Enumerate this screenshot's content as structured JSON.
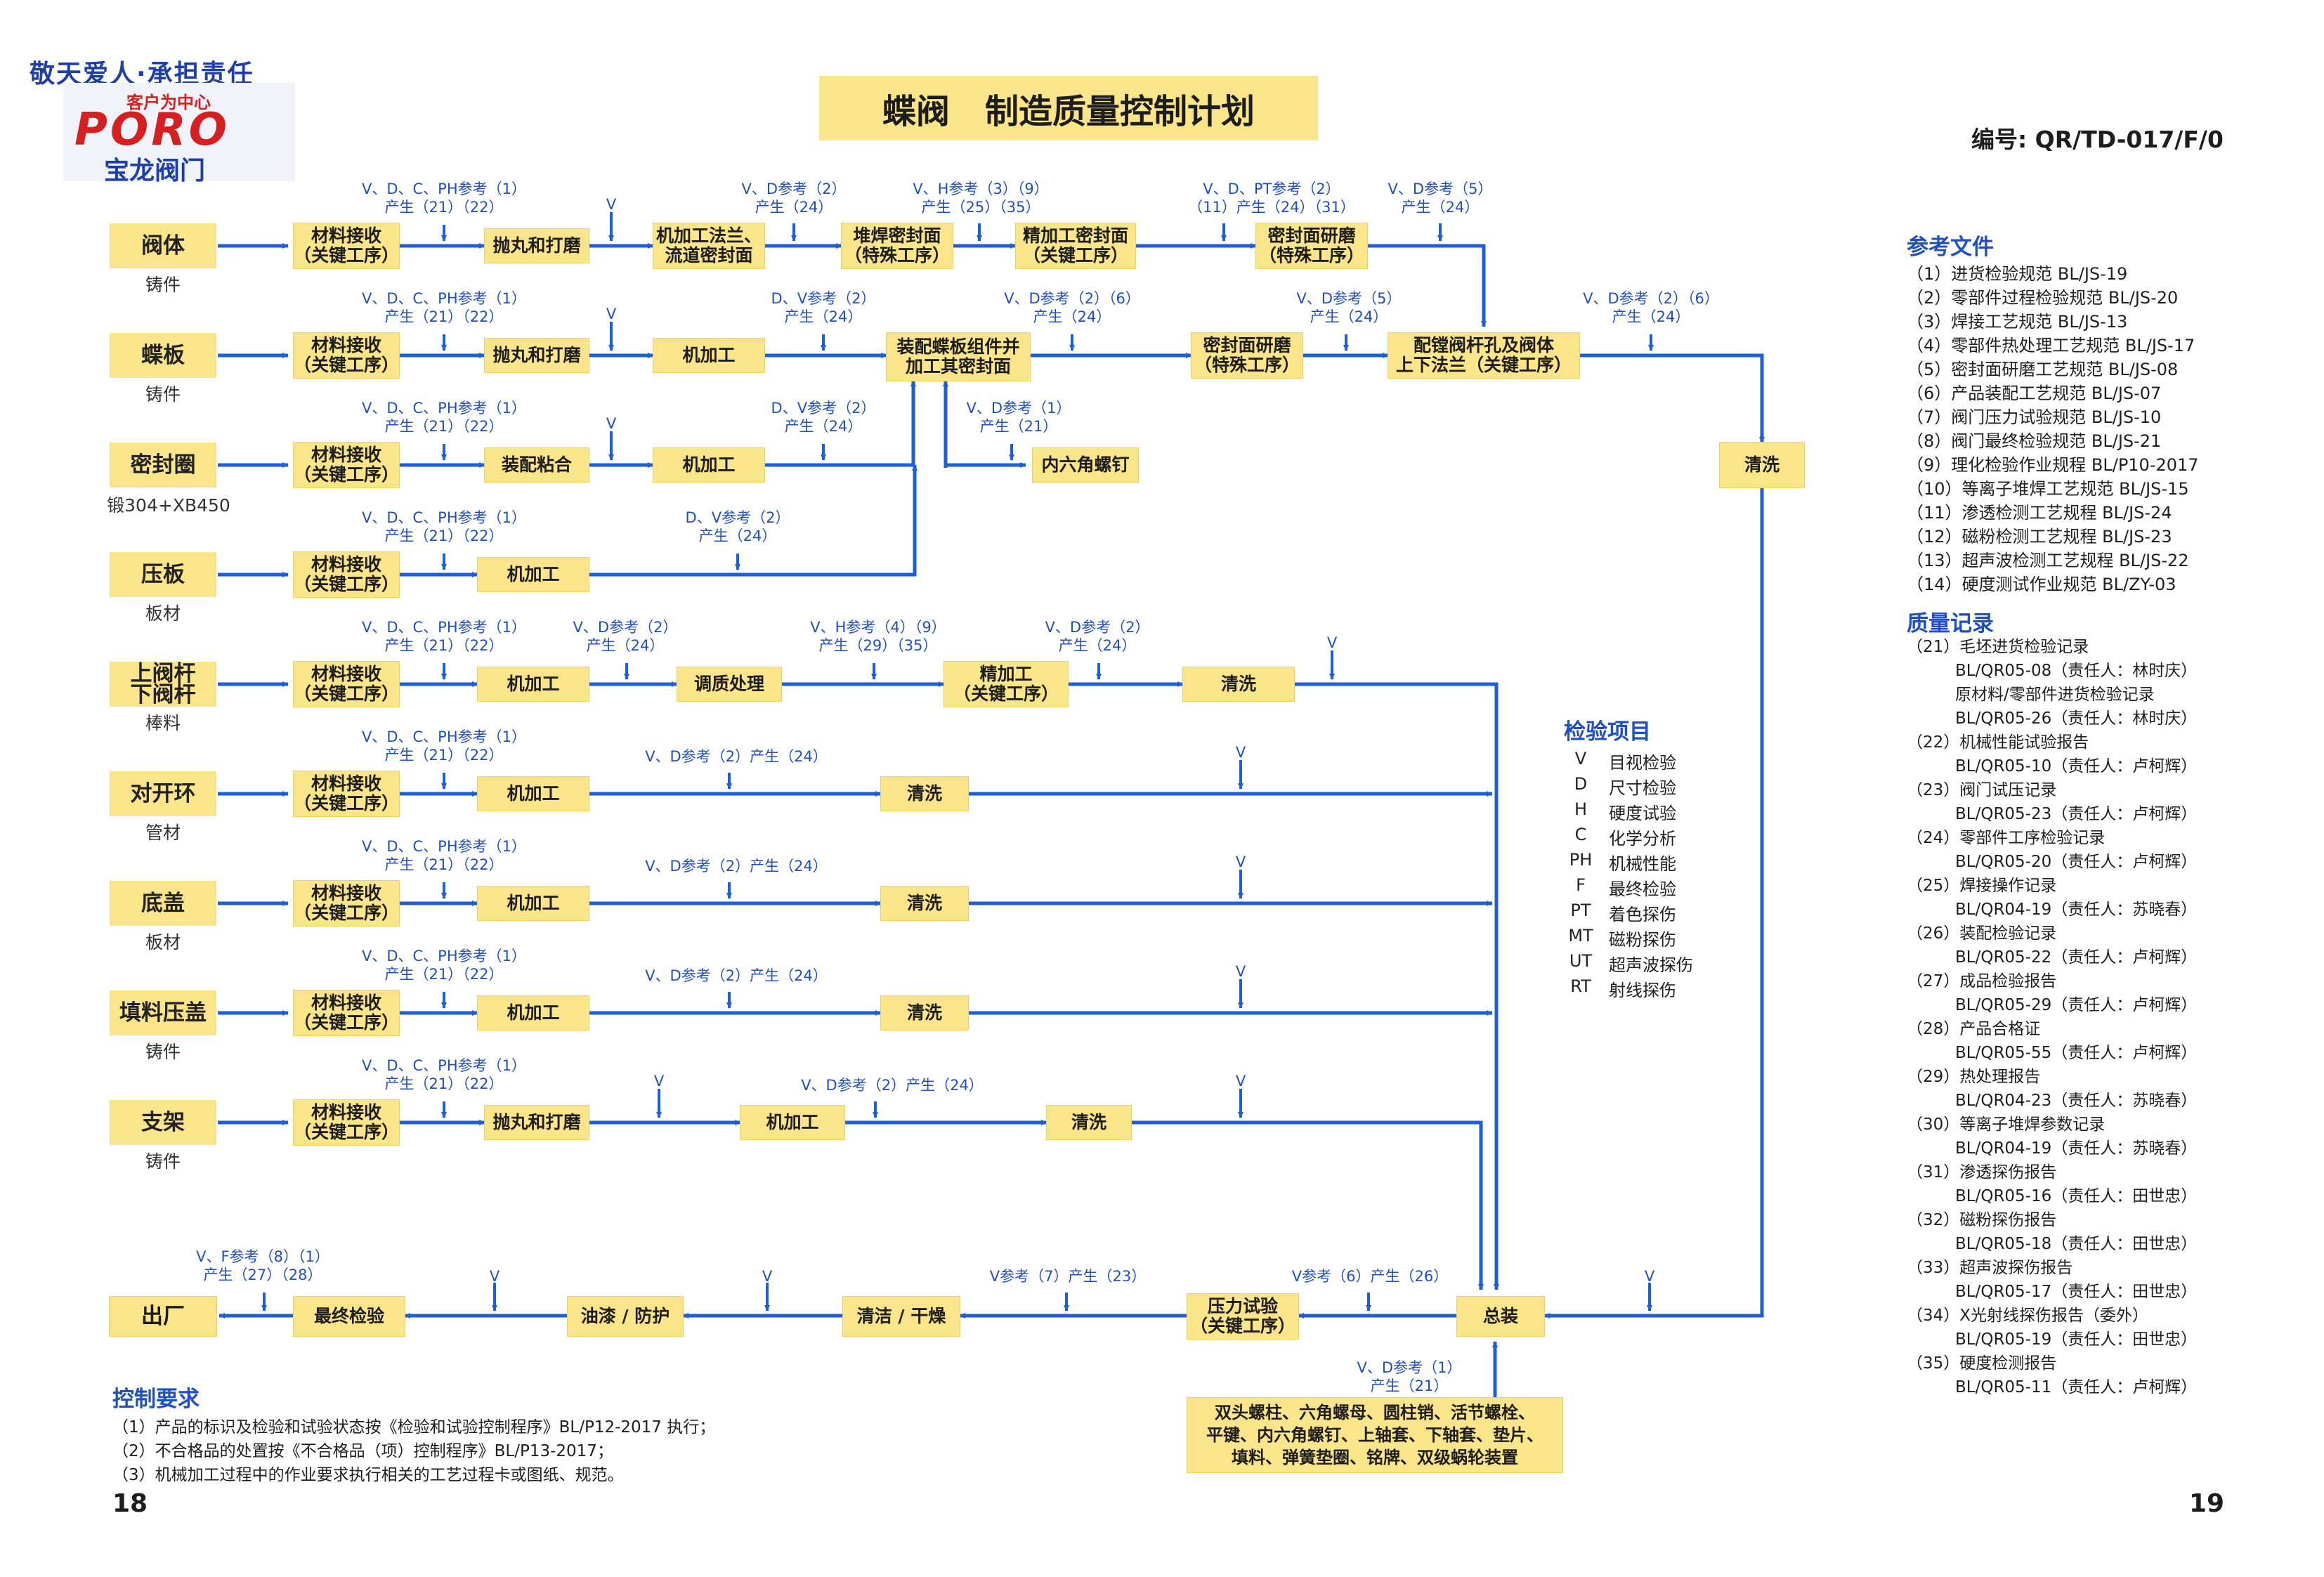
{
  "header": {
    "slogan": "敬天爱人·承担责任",
    "logo_tag": "客户为中心",
    "logo_mark": "PORO",
    "company": "宝龙阀门",
    "title": "蝶阀   制造质量控制计划",
    "doc_no": "编号: QR/TD-017/F/0"
  },
  "parts": [
    {
      "name": "阀体",
      "sub": "铸件"
    },
    {
      "name": "蝶板",
      "sub": "铸件"
    },
    {
      "name": "密封圈",
      "sub": "锻304+XB450"
    },
    {
      "name": "压板",
      "sub": "板材"
    },
    {
      "name": "上阀杆\n下阀杆",
      "sub": "棒料"
    },
    {
      "name": "对开环",
      "sub": "管材"
    },
    {
      "name": "底盖",
      "sub": "板材"
    },
    {
      "name": "填料压盖",
      "sub": "铸件"
    },
    {
      "name": "支架",
      "sub": "铸件"
    }
  ],
  "common": {
    "receive": "材料接收\n（关键工序）",
    "receive_ann": "V、D、C、PH参考（1）\n产生（21）（22）",
    "shot": "抛丸和打磨",
    "machining": "机加工",
    "clean": "清洗",
    "v": "V"
  },
  "steps": {
    "body_flange": "机加工法兰、\n流道密封面",
    "weld_seal": "堆焊密封面\n（特殊工序）",
    "finish_seal": "精加工密封面\n（关键工序）",
    "grind_seal": "密封面研磨\n（特殊工序）",
    "assemble_plate": "装配蝶板组件并\n加工其密封面",
    "hex_screw": "内六角螺钉",
    "plate_grind": "密封面研磨\n（特殊工序）",
    "drill_pins": "配镗阀杆孔及阀体\n上下法兰（关键工序）",
    "seal_bond": "装配粘合",
    "quench": "调质处理",
    "stem_finish": "精加工\n（关键工序）",
    "final_assembly": "总装",
    "pressure_test": "压力试验\n（关键工序）",
    "clean_dry": "清洁 / 干燥",
    "paint": "油漆 / 防护",
    "final_inspect": "最终检验",
    "ship": "出厂",
    "fasteners": "双头螺柱、六角螺母、圆柱销、活节螺栓、\n平键、内六角螺钉、上轴套、下轴套、垫片、\n填料、弹簧垫圈、铭牌、双级蜗轮装置"
  },
  "anns": {
    "a1": "V、D参考（2）\n产生（24）",
    "a2": "V、H参考（3）（9）\n产生（25）（35）",
    "a3": "V、D、PT参考（2）\n（11）产生（24）（31）",
    "a4": "V、D参考（5）\n产生（24）",
    "b1": "D、V参考（2）\n产生（24）",
    "b2": "V、D参考（2）（6）\n产生（24）",
    "b3": "V、D参考（5）\n产生（24）",
    "b4": "V、D参考（2）（6）\n产生（24）",
    "c1": "D、V参考（2）\n产生（24）",
    "c2": "V、D参考（1）\n产生（21）",
    "d1": "D、V参考（2）\n产生（24）",
    "e1": "V、D参考（2）\n产生（24）",
    "e2": "V、H参考（4）（9）\n产生（29）（35）",
    "e3": "V、D参考（2）\n产生（24）",
    "f1": "V、D参考（2）产生（24）",
    "i1": "V、D参考（2）产生（24）",
    "k1": "V、F参考（8）（1）\n产生（27）（28）",
    "k2": "V参考（7）产生（23）",
    "k3": "V参考（6）产生（26）",
    "k4": "V、D参考（1）\n产生（21）"
  },
  "legend": {
    "title": "检验项目",
    "items": [
      {
        "code": "V",
        "name": "目视检验"
      },
      {
        "code": "D",
        "name": "尺寸检验"
      },
      {
        "code": "H",
        "name": "硬度试验"
      },
      {
        "code": "C",
        "name": "化学分析"
      },
      {
        "code": "PH",
        "name": "机械性能"
      },
      {
        "code": "F",
        "name": "最终检验"
      },
      {
        "code": "PT",
        "name": "着色探伤"
      },
      {
        "code": "MT",
        "name": "磁粉探伤"
      },
      {
        "code": "UT",
        "name": "超声波探伤"
      },
      {
        "code": "RT",
        "name": "射线探伤"
      }
    ]
  },
  "references": {
    "title": "参考文件",
    "items": [
      "（1）进货检验规范 BL/JS-19",
      "（2）零部件过程检验规范 BL/JS-20",
      "（3）焊接工艺规范 BL/JS-13",
      "（4）零部件热处理工艺规范 BL/JS-17",
      "（5）密封面研磨工艺规范 BL/JS-08",
      "（6）产品装配工艺规范 BL/JS-07",
      "（7）阀门压力试验规范 BL/JS-10",
      "（8）阀门最终检验规范 BL/JS-21",
      "（9）理化检验作业规程 BL/P10-2017",
      "（10）等离子堆焊工艺规范 BL/JS-15",
      "（11）渗透检测工艺规程 BL/JS-24",
      "（12）磁粉检测工艺规程 BL/JS-23",
      "（13）超声波检测工艺规程 BL/JS-22",
      "（14）硬度测试作业规范 BL/ZY-03"
    ]
  },
  "records": {
    "title": "质量记录",
    "items": [
      "（21）毛坯进货检验记录",
      "　　　BL/QR05-08（责任人：林时庆）",
      "　　　原材料/零部件进货检验记录",
      "　　　BL/QR05-26（责任人：林时庆）",
      "（22）机械性能试验报告",
      "　　　BL/QR05-10（责任人：卢柯辉）",
      "（23）阀门试压记录",
      "　　　BL/QR05-23（责任人：卢柯辉）",
      "（24）零部件工序检验记录",
      "　　　BL/QR05-20（责任人：卢柯辉）",
      "（25）焊接操作记录",
      "　　　BL/QR04-19（责任人：苏晓春）",
      "（26）装配检验记录",
      "　　　BL/QR05-22（责任人：卢柯辉）",
      "（27）成品检验报告",
      "　　　BL/QR05-29（责任人：卢柯辉）",
      "（28）产品合格证",
      "　　　BL/QR05-55（责任人：卢柯辉）",
      "（29）热处理报告",
      "　　　BL/QR04-23（责任人：苏晓春）",
      "（30）等离子堆焊参数记录",
      "　　　BL/QR04-19（责任人：苏晓春）",
      "（31）渗透探伤报告",
      "　　　BL/QR05-16（责任人：田世忠）",
      "（32）磁粉探伤报告",
      "　　　BL/QR05-18（责任人：田世忠）",
      "（33）超声波探伤报告",
      "　　　BL/QR05-17（责任人：田世忠）",
      "（34）X光射线探伤报告（委外）",
      "　　　BL/QR05-19（责任人：田世忠）",
      "（35）硬度检测报告",
      "　　　BL/QR05-11（责任人：卢柯辉）"
    ]
  },
  "control": {
    "title": "控制要求",
    "items": [
      "（1）产品的标识及检验和试验状态按《检验和试验控制程序》BL/P12-2017 执行；",
      "（2）不合格品的处置按《不合格品（项）控制程序》BL/P13-2017；",
      "（3）机械加工过程中的作业要求执行相关的工艺过程卡或图纸、规范。"
    ]
  },
  "pages": {
    "left": "18",
    "right": "19"
  },
  "colors": {
    "box": "#fbe58a",
    "line": "#1f5fd6",
    "annotation": "#1f4fc0"
  }
}
